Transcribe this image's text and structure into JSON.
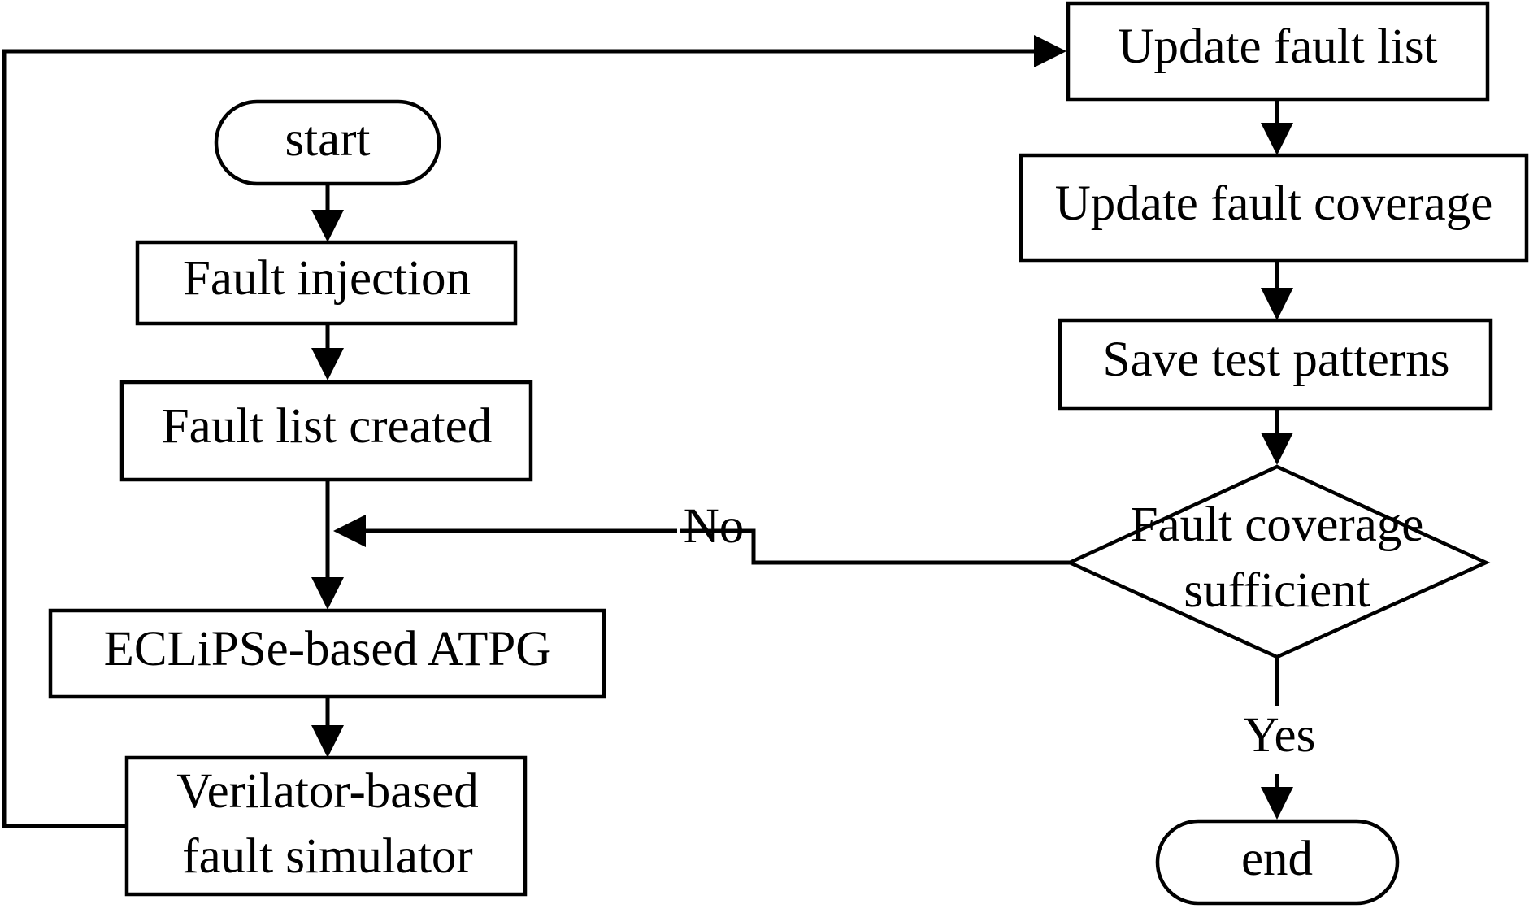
{
  "nodes": {
    "start": "start",
    "fault_injection": "Fault injection",
    "fault_list_created": "Fault list created",
    "eclipse_atpg": "ECLiPSe-based ATPG",
    "verilator_line1": "Verilator-based",
    "verilator_line2": "fault simulator",
    "update_fault_list": "Update fault list",
    "update_fault_coverage": "Update fault coverage",
    "save_test_patterns": "Save test patterns",
    "decision_line1": "Fault coverage",
    "decision_line2": "sufficient",
    "end": "end"
  },
  "edges": {
    "no_label": "No",
    "yes_label": "Yes"
  },
  "colors": {
    "stroke": "#000000",
    "fill": "#ffffff"
  }
}
